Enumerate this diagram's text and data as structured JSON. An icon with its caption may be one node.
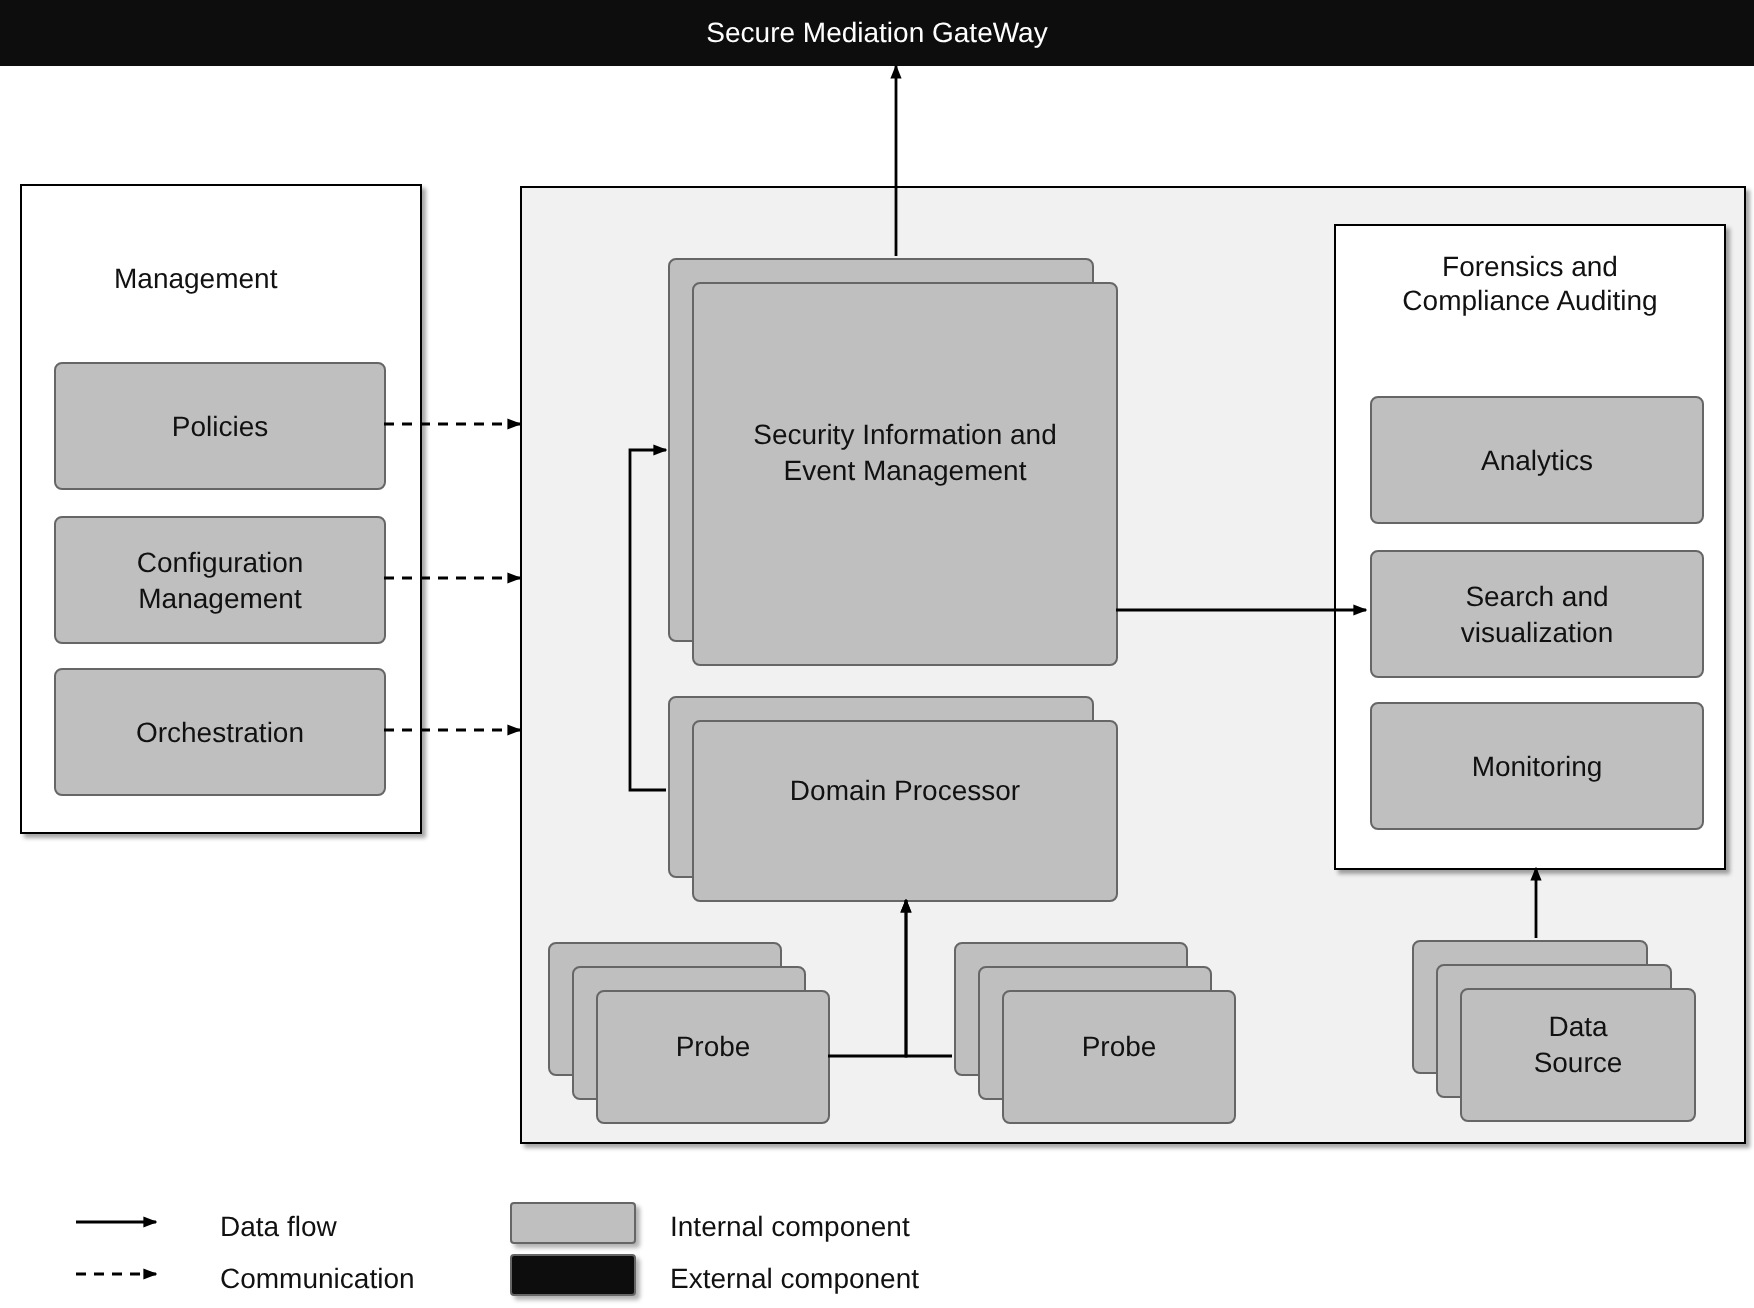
{
  "diagram": {
    "nodes": [
      {
        "text": [
          "Secure Mediation GateWay"
        ]
      },
      {
        "text": [
          "Management"
        ]
      },
      {
        "text": [
          "Policies"
        ],
        "in": 1
      },
      {
        "text": [
          "Configuration Management"
        ],
        "in": 1
      },
      {
        "text": [
          "Orchestration"
        ],
        "in": 1
      },
      {
        "text": [],
        "shape": "box"
      },
      {
        "text": [
          "Security Information and Event Management"
        ],
        "in": 5
      },
      {
        "text": [
          "Domain Processor"
        ],
        "in": 5
      },
      {
        "text": [
          "Forensics and Compliance Auditing"
        ],
        "in": 5
      },
      {
        "text": [
          "Analytics"
        ],
        "in": 8
      },
      {
        "text": [
          "Search and visualization"
        ],
        "in": 8
      },
      {
        "text": [
          "Monitoring"
        ],
        "in": 8
      },
      {
        "text": [
          "Probe"
        ],
        "in": 5
      },
      {
        "text": [
          "Probe"
        ],
        "in": 5
      },
      {
        "text": [
          "Data Source"
        ],
        "in": 5
      }
    ],
    "edges": [
      {
        "from": 6,
        "to": 0,
        "arrow": "to"
      },
      {
        "from": 2,
        "to": 5,
        "arrow": "to",
        "style": "dashed"
      },
      {
        "from": 3,
        "to": 5,
        "arrow": "to",
        "style": "dashed"
      },
      {
        "from": 4,
        "to": 5,
        "arrow": "to",
        "style": "dashed"
      },
      {
        "from": 7,
        "to": 6,
        "arrow": "to"
      },
      {
        "from": 6,
        "to": 10,
        "arrow": "to"
      },
      {
        "from": 12,
        "to": 7,
        "arrow": "to"
      },
      {
        "from": 13,
        "to": 7,
        "arrow": "to"
      },
      {
        "from": 14,
        "to": 8,
        "arrow": "to"
      }
    ],
    "legend": [
      {
        "text": "Data flow"
      },
      {
        "text": "Communication"
      },
      {
        "text": "Internal component",
        "color": "#bfbfbf"
      },
      {
        "text": "External component",
        "color": "#0d0d0d"
      }
    ]
  }
}
